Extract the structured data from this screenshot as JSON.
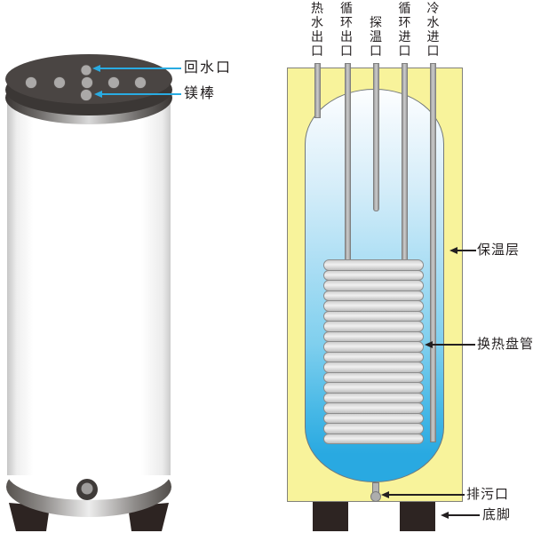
{
  "exterior_view": {
    "callouts": {
      "return_water_port": "回水口",
      "magnesium_rod": "镁棒"
    },
    "lid_port_count": 7,
    "callout_color": "#29ABE2"
  },
  "cutaway_view": {
    "pipe_labels": [
      "热水出口",
      "循环出口",
      "探温口",
      "循环进口",
      "冷水进口"
    ],
    "callouts": {
      "insulation": "保温层",
      "coil": "换热盘管",
      "drain": "排污口",
      "feet": "底脚"
    },
    "coil_loops": 18,
    "colors": {
      "insulation_yellow": "#F8F39B",
      "water_blue": "#29A9E1",
      "pipe_gray": "#B4B4B4",
      "callout_line": "#231F20",
      "foot_dark": "#2D2422"
    }
  }
}
